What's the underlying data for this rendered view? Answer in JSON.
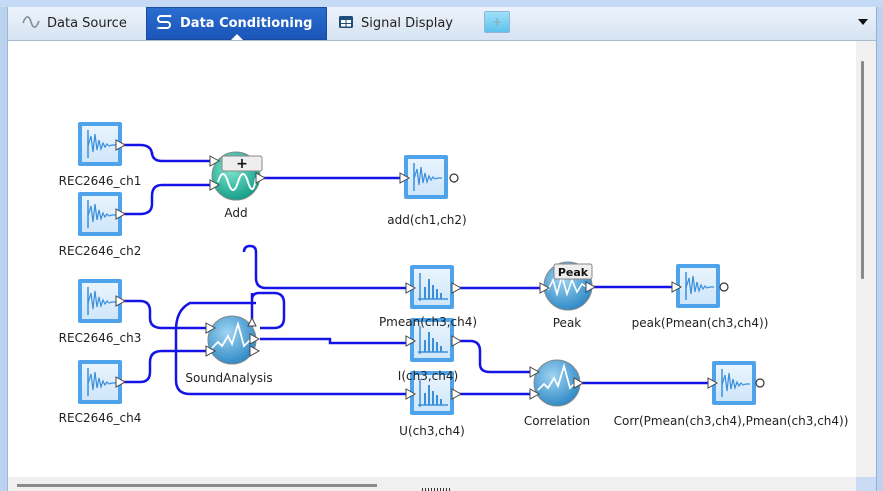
{
  "tabs": [
    {
      "label": "Data Source",
      "icon": "sine-wave-icon",
      "active": false
    },
    {
      "label": "Data Conditioning",
      "icon": "conditioning-flow-icon",
      "active": true
    },
    {
      "label": "Signal Display",
      "icon": "grid-display-icon",
      "active": false
    }
  ],
  "add_tab": {
    "icon": "plus-icon"
  },
  "dropdown": {
    "icon": "dropdown-arrow-icon"
  },
  "accent_colors": {
    "tab_active": "#1f5fc4",
    "wire": "#1414e6",
    "node_icon": "#4ea3e8"
  },
  "diagram": {
    "nodes": {
      "rec_ch1": {
        "label": "REC2646_ch1",
        "type": "signal"
      },
      "rec_ch2": {
        "label": "REC2646_ch2",
        "type": "signal"
      },
      "rec_ch3": {
        "label": "REC2646_ch3",
        "type": "signal"
      },
      "rec_ch4": {
        "label": "REC2646_ch4",
        "type": "signal"
      },
      "add": {
        "label": "Add",
        "type": "function",
        "badge": "+"
      },
      "add_out": {
        "label": "add(ch1,ch2)",
        "type": "signal"
      },
      "sound_analysis": {
        "label": "SoundAnalysis",
        "type": "function"
      },
      "pmean": {
        "label": "Pmean(ch3,ch4)",
        "type": "spectrum"
      },
      "i_out": {
        "label": "I(ch3,ch4)",
        "type": "spectrum"
      },
      "u_out": {
        "label": "U(ch3,ch4)",
        "type": "spectrum"
      },
      "peak": {
        "label": "Peak",
        "type": "function",
        "badge": "Peak"
      },
      "peak_out": {
        "label": "peak(Pmean(ch3,ch4))",
        "type": "signal"
      },
      "correlation": {
        "label": "Correlation",
        "type": "function"
      },
      "corr_out": {
        "label": "Corr(Pmean(ch3,ch4),Pmean(ch3,ch4))",
        "type": "signal"
      }
    }
  }
}
